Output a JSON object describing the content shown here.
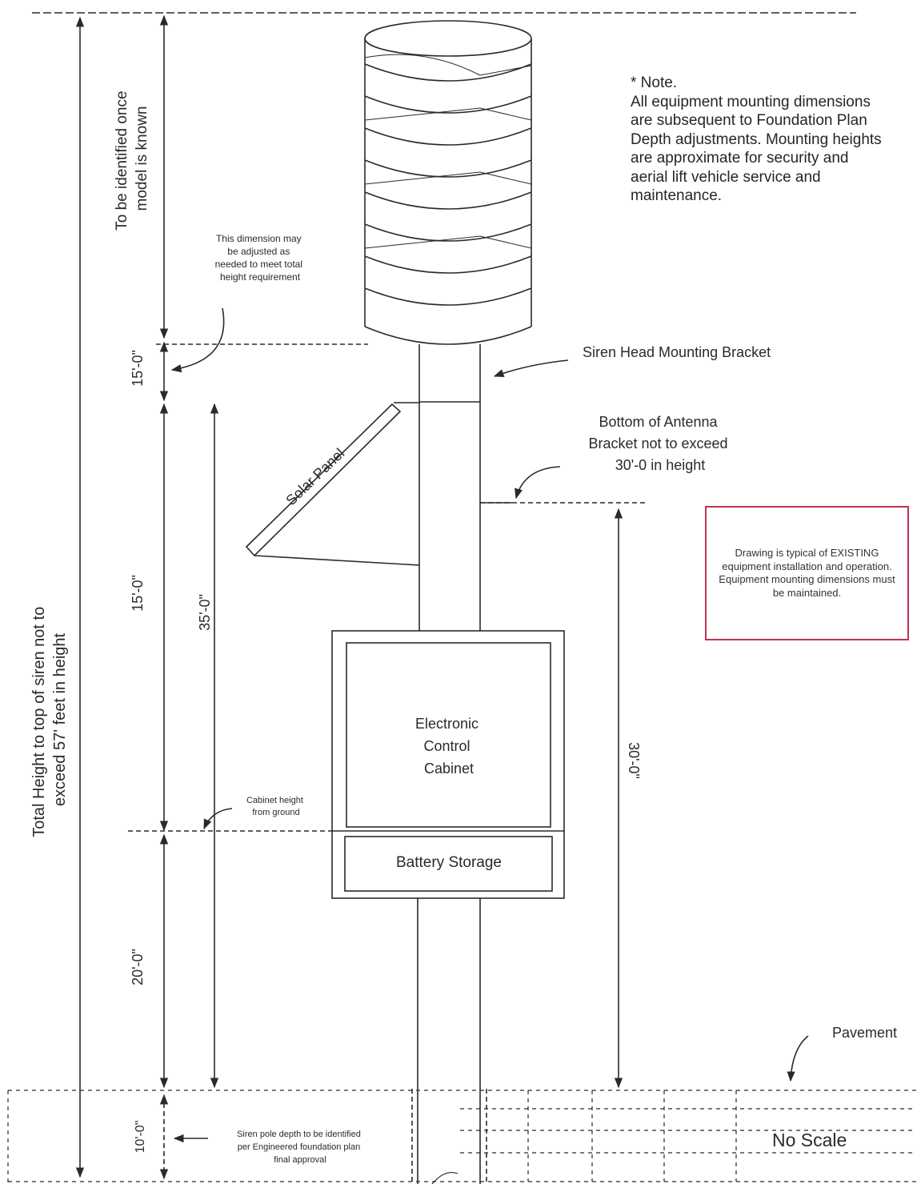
{
  "labels": {
    "total_height": [
      "Total Height to top of siren not to",
      "exceed 57' feet in height"
    ],
    "to_be_identified": [
      "To be identified once",
      "model is known"
    ],
    "adjust_note": [
      "This dimension may",
      "be adjusted as",
      "needed to meet total",
      "height requirement"
    ],
    "dim_15_top": "15'-0\"",
    "dim_15_mid": "15'-0\"",
    "dim_35": "35'-0\"",
    "dim_20": "20'-0\"",
    "dim_10": "10'-0\"",
    "dim_30": "30'-0\"",
    "solar_panel": "Solar Panel",
    "siren_head_bracket": "Siren Head Mounting Bracket",
    "antenna_bracket": [
      "Bottom of Antenna",
      "Bracket not to exceed",
      "30'-0 in height"
    ],
    "cabinet_height": [
      "Cabinet height",
      "from ground"
    ],
    "electronic_cabinet": [
      "Electronic",
      "Control",
      "Cabinet"
    ],
    "battery_storage": "Battery Storage",
    "pavement": "Pavement",
    "no_scale": "No Scale",
    "pole_depth": [
      "Siren pole depth to be identified",
      "per Engineered foundation plan",
      "final approval"
    ]
  },
  "note": {
    "title": "* Note.",
    "body": "All equipment mounting dimensions are subsequent to Foundation Plan Depth adjustments. Mounting heights are approximate for security and aerial lift vehicle service and maintenance."
  },
  "red_box": {
    "text": "Drawing is typical of EXISTING equipment installation and operation. Equipment mounting dimensions must be maintained."
  },
  "colors": {
    "ink": "#2a2a2a",
    "box_border": "#c0334e"
  }
}
